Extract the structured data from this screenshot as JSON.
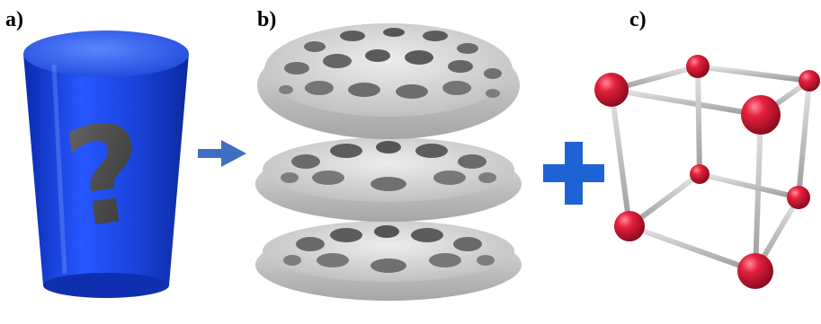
{
  "panels": {
    "a": {
      "label": "a)"
    },
    "b": {
      "label": "b)"
    },
    "c": {
      "label": "c)"
    }
  },
  "question_glyph": "?",
  "colors": {
    "cylinder": "#1f4fe0",
    "cylinder_dark": "#0d2fb0",
    "arrow": "#3f6fc0",
    "plus": "#1e63d6",
    "disk": "#d9d9d9",
    "disk_shadow": "#a8a8a8",
    "atom": "#d81e3a",
    "bond": "#b8b8b8"
  },
  "icons": {
    "arrow": "right-arrow-icon",
    "plus": "plus-icon",
    "question": "question-mark-icon"
  }
}
